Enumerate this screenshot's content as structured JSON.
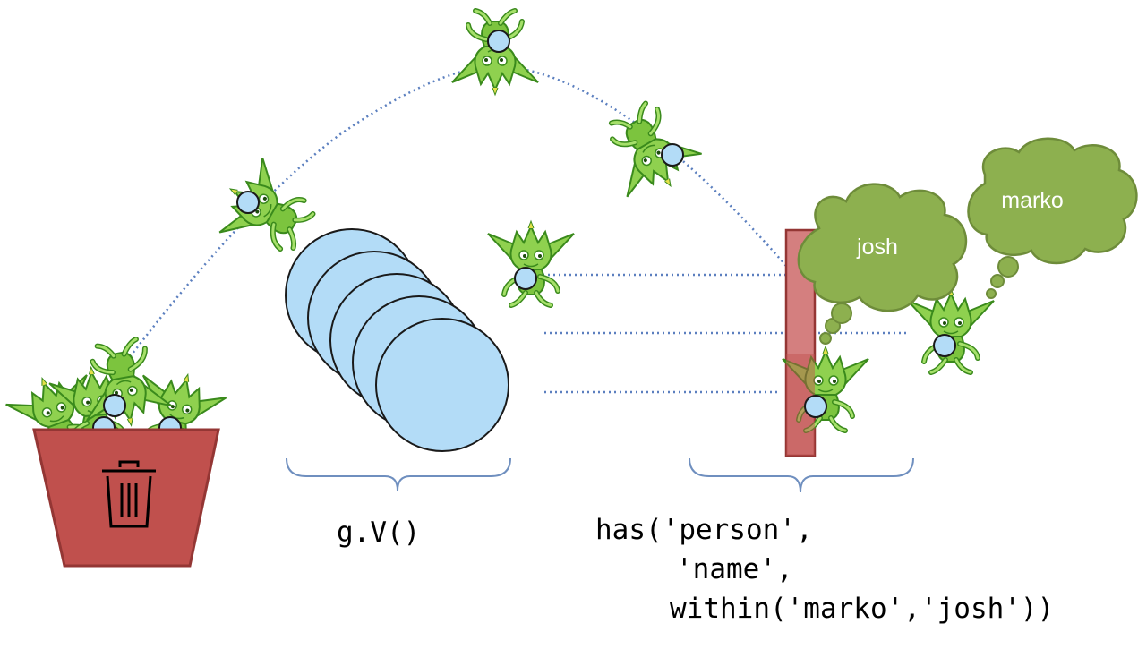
{
  "steps": {
    "source_label": "g.V()",
    "filter_lines": [
      "has('person',",
      "'name',",
      "within('marko','josh'))"
    ]
  },
  "thoughts": {
    "first": "josh",
    "second": "marko"
  },
  "icons": {
    "bin": "trash-can-icon",
    "traverser": "gremlin-traverser-icon"
  },
  "colors": {
    "vertex": "#b3dcf7",
    "gremlin": "#8fd14f",
    "bubble": "#8db04f",
    "pot": "#c0504d",
    "barrier": "#d47f7f",
    "path": "#5b7fbf",
    "bracket": "#6f8fbf"
  }
}
